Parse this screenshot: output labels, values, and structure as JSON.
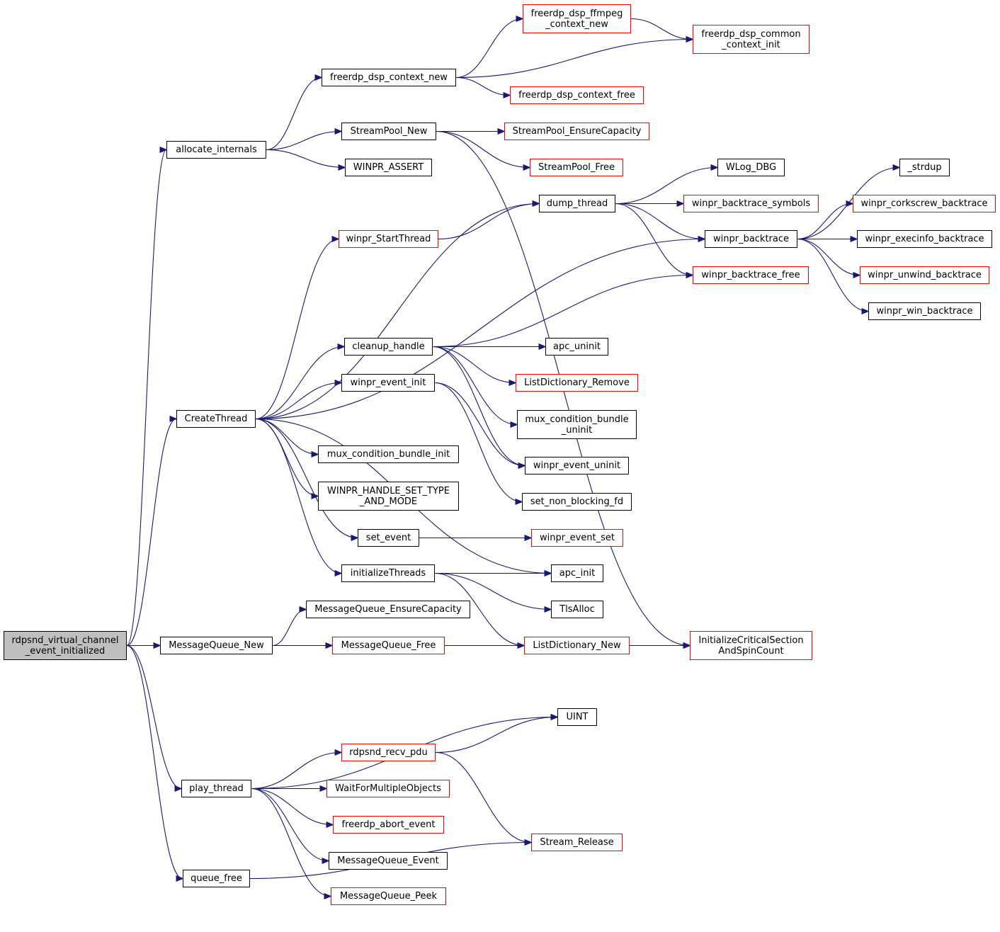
{
  "colors": {
    "edge": "#191970",
    "border": "#000000",
    "external_border": "#ff0000",
    "root_fill": "#bfbfbf",
    "background": "#ffffff"
  },
  "nodes": {
    "root": {
      "label": "rdpsnd_virtual_channel\n_event_initialized",
      "style": "root"
    },
    "allocate_internals": {
      "label": "allocate_internals",
      "style": "normal"
    },
    "CreateThread": {
      "label": "CreateThread",
      "style": "normal"
    },
    "MessageQueue_New": {
      "label": "MessageQueue_New",
      "style": "normal"
    },
    "play_thread": {
      "label": "play_thread",
      "style": "normal"
    },
    "queue_free": {
      "label": "queue_free",
      "style": "normal"
    },
    "freerdp_dsp_context_new": {
      "label": "freerdp_dsp_context_new",
      "style": "normal"
    },
    "StreamPool_New": {
      "label": "StreamPool_New",
      "style": "normal"
    },
    "WINPR_ASSERT": {
      "label": "WINPR_ASSERT",
      "style": "normal"
    },
    "winpr_StartThread": {
      "label": "winpr_StartThread",
      "style": "external"
    },
    "cleanup_handle": {
      "label": "cleanup_handle",
      "style": "normal"
    },
    "winpr_event_init": {
      "label": "winpr_event_init",
      "style": "normal"
    },
    "mux_condition_bundle_init": {
      "label": "mux_condition_bundle_init",
      "style": "normal"
    },
    "WINPR_HANDLE_SET_TYPE_AND_MODE": {
      "label": "WINPR_HANDLE_SET_TYPE\n_AND_MODE",
      "style": "normal"
    },
    "set_event": {
      "label": "set_event",
      "style": "normal"
    },
    "initializeThreads": {
      "label": "initializeThreads",
      "style": "normal"
    },
    "MessageQueue_EnsureCapacity": {
      "label": "MessageQueue_EnsureCapacity",
      "style": "normal"
    },
    "MessageQueue_Free": {
      "label": "MessageQueue_Free",
      "style": "external"
    },
    "rdpsnd_recv_pdu": {
      "label": "rdpsnd_recv_pdu",
      "style": "external"
    },
    "WaitForMultipleObjects": {
      "label": "WaitForMultipleObjects",
      "style": "external"
    },
    "freerdp_abort_event": {
      "label": "freerdp_abort_event",
      "style": "external"
    },
    "MessageQueue_Event": {
      "label": "MessageQueue_Event",
      "style": "normal"
    },
    "MessageQueue_Peek": {
      "label": "MessageQueue_Peek",
      "style": "external"
    },
    "freerdp_dsp_ffmpeg_context_new": {
      "label": "freerdp_dsp_ffmpeg\n_context_new",
      "style": "external"
    },
    "freerdp_dsp_context_free": {
      "label": "freerdp_dsp_context_free",
      "style": "external"
    },
    "StreamPool_EnsureCapacity": {
      "label": "StreamPool_EnsureCapacity",
      "style": "external"
    },
    "StreamPool_Free": {
      "label": "StreamPool_Free",
      "style": "external"
    },
    "dump_thread": {
      "label": "dump_thread",
      "style": "normal"
    },
    "apc_uninit": {
      "label": "apc_uninit",
      "style": "normal"
    },
    "ListDictionary_Remove": {
      "label": "ListDictionary_Remove",
      "style": "external"
    },
    "mux_condition_bundle_uninit": {
      "label": "mux_condition_bundle\n_uninit",
      "style": "normal"
    },
    "winpr_event_uninit": {
      "label": "winpr_event_uninit",
      "style": "normal"
    },
    "set_non_blocking_fd": {
      "label": "set_non_blocking_fd",
      "style": "normal"
    },
    "winpr_event_set": {
      "label": "winpr_event_set",
      "style": "external"
    },
    "apc_init": {
      "label": "apc_init",
      "style": "normal"
    },
    "TlsAlloc": {
      "label": "TlsAlloc",
      "style": "normal"
    },
    "ListDictionary_New": {
      "label": "ListDictionary_New",
      "style": "external"
    },
    "UINT": {
      "label": "UINT",
      "style": "normal"
    },
    "Stream_Release": {
      "label": "Stream_Release",
      "style": "external"
    },
    "freerdp_dsp_common_context_init": {
      "label": "freerdp_dsp_common\n_context_init",
      "style": "external"
    },
    "WLog_DBG": {
      "label": "WLog_DBG",
      "style": "normal"
    },
    "winpr_backtrace_symbols": {
      "label": "winpr_backtrace_symbols",
      "style": "external"
    },
    "winpr_backtrace": {
      "label": "winpr_backtrace",
      "style": "normal"
    },
    "winpr_backtrace_free": {
      "label": "winpr_backtrace_free",
      "style": "external"
    },
    "InitializeCriticalSectionAndSpinCount": {
      "label": "InitializeCriticalSection\nAndSpinCount",
      "style": "external"
    },
    "_strdup": {
      "label": "_strdup",
      "style": "normal"
    },
    "winpr_corkscrew_backtrace": {
      "label": "winpr_corkscrew_backtrace",
      "style": "external"
    },
    "winpr_execinfo_backtrace": {
      "label": "winpr_execinfo_backtrace",
      "style": "normal"
    },
    "winpr_unwind_backtrace": {
      "label": "winpr_unwind_backtrace",
      "style": "external"
    },
    "winpr_win_backtrace": {
      "label": "winpr_win_backtrace",
      "style": "normal"
    }
  },
  "edges": [
    [
      "root",
      "allocate_internals"
    ],
    [
      "root",
      "CreateThread"
    ],
    [
      "root",
      "MessageQueue_New"
    ],
    [
      "root",
      "play_thread"
    ],
    [
      "root",
      "queue_free"
    ],
    [
      "allocate_internals",
      "freerdp_dsp_context_new"
    ],
    [
      "allocate_internals",
      "StreamPool_New"
    ],
    [
      "allocate_internals",
      "WINPR_ASSERT"
    ],
    [
      "freerdp_dsp_context_new",
      "freerdp_dsp_ffmpeg_context_new"
    ],
    [
      "freerdp_dsp_context_new",
      "freerdp_dsp_common_context_init"
    ],
    [
      "freerdp_dsp_context_new",
      "freerdp_dsp_context_free"
    ],
    [
      "freerdp_dsp_ffmpeg_context_new",
      "freerdp_dsp_common_context_init"
    ],
    [
      "StreamPool_New",
      "StreamPool_EnsureCapacity"
    ],
    [
      "StreamPool_New",
      "StreamPool_Free"
    ],
    [
      "StreamPool_New",
      "InitializeCriticalSectionAndSpinCount"
    ],
    [
      "CreateThread",
      "dump_thread"
    ],
    [
      "CreateThread",
      "winpr_StartThread"
    ],
    [
      "CreateThread",
      "winpr_backtrace"
    ],
    [
      "CreateThread",
      "cleanup_handle"
    ],
    [
      "CreateThread",
      "winpr_event_init"
    ],
    [
      "CreateThread",
      "apc_init"
    ],
    [
      "CreateThread",
      "mux_condition_bundle_init"
    ],
    [
      "CreateThread",
      "WINPR_HANDLE_SET_TYPE_AND_MODE"
    ],
    [
      "CreateThread",
      "set_event"
    ],
    [
      "CreateThread",
      "initializeThreads"
    ],
    [
      "winpr_StartThread",
      "dump_thread"
    ],
    [
      "dump_thread",
      "WLog_DBG"
    ],
    [
      "dump_thread",
      "winpr_backtrace_symbols"
    ],
    [
      "dump_thread",
      "winpr_backtrace"
    ],
    [
      "dump_thread",
      "winpr_backtrace_free"
    ],
    [
      "winpr_backtrace",
      "_strdup"
    ],
    [
      "winpr_backtrace",
      "winpr_corkscrew_backtrace"
    ],
    [
      "winpr_backtrace",
      "winpr_execinfo_backtrace"
    ],
    [
      "winpr_backtrace",
      "winpr_unwind_backtrace"
    ],
    [
      "winpr_backtrace",
      "winpr_win_backtrace"
    ],
    [
      "cleanup_handle",
      "winpr_backtrace_free"
    ],
    [
      "cleanup_handle",
      "apc_uninit"
    ],
    [
      "cleanup_handle",
      "ListDictionary_Remove"
    ],
    [
      "cleanup_handle",
      "mux_condition_bundle_uninit"
    ],
    [
      "cleanup_handle",
      "winpr_event_uninit"
    ],
    [
      "winpr_event_init",
      "winpr_event_uninit"
    ],
    [
      "winpr_event_init",
      "set_non_blocking_fd"
    ],
    [
      "set_event",
      "winpr_event_set"
    ],
    [
      "initializeThreads",
      "apc_init"
    ],
    [
      "initializeThreads",
      "TlsAlloc"
    ],
    [
      "initializeThreads",
      "ListDictionary_New"
    ],
    [
      "ListDictionary_New",
      "InitializeCriticalSectionAndSpinCount"
    ],
    [
      "MessageQueue_New",
      "MessageQueue_EnsureCapacity"
    ],
    [
      "MessageQueue_New",
      "MessageQueue_Free"
    ],
    [
      "MessageQueue_New",
      "InitializeCriticalSectionAndSpinCount"
    ],
    [
      "play_thread",
      "UINT"
    ],
    [
      "play_thread",
      "rdpsnd_recv_pdu"
    ],
    [
      "play_thread",
      "WaitForMultipleObjects"
    ],
    [
      "play_thread",
      "freerdp_abort_event"
    ],
    [
      "play_thread",
      "MessageQueue_Event"
    ],
    [
      "play_thread",
      "MessageQueue_Peek"
    ],
    [
      "rdpsnd_recv_pdu",
      "UINT"
    ],
    [
      "rdpsnd_recv_pdu",
      "Stream_Release"
    ],
    [
      "queue_free",
      "Stream_Release"
    ]
  ]
}
